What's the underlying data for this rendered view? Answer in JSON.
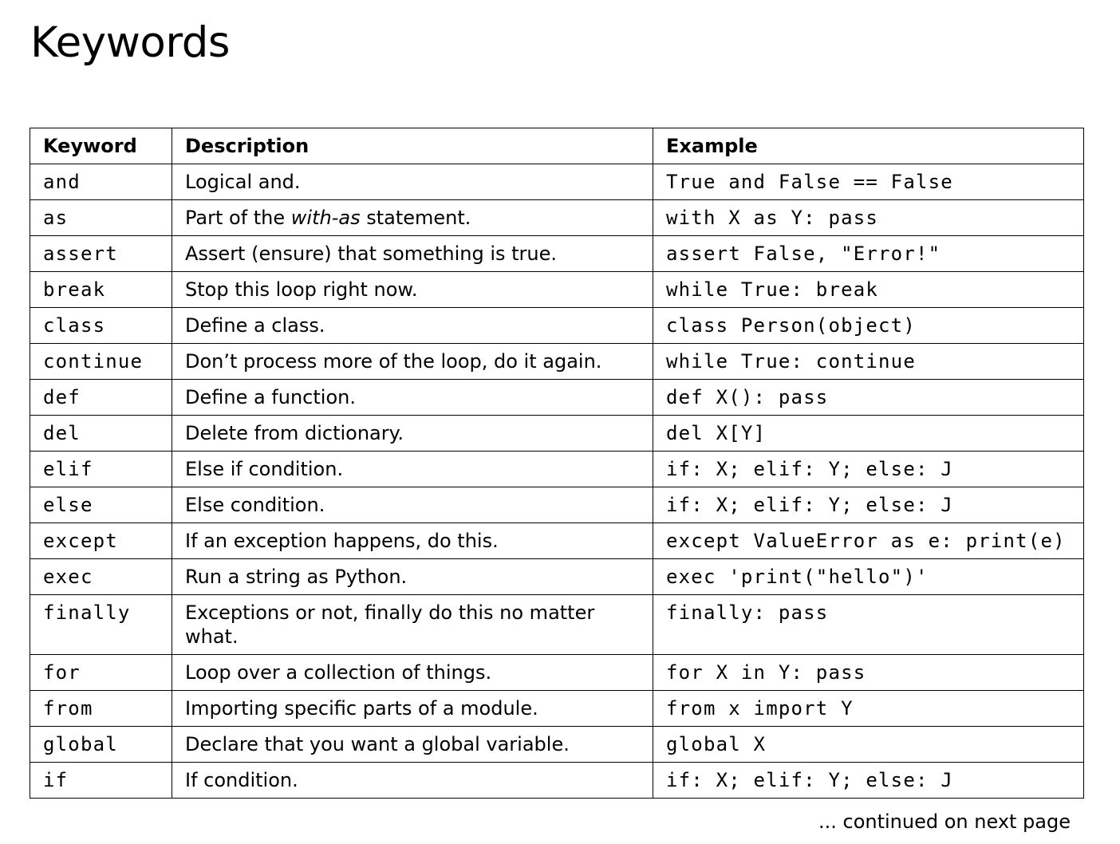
{
  "page": {
    "title": "Keywords",
    "footer_note": "... continued on next page"
  },
  "table": {
    "headers": [
      "Keyword",
      "Description",
      "Example"
    ],
    "rows": [
      {
        "keyword": "and",
        "description": "Logical and.",
        "example": "True and False == False"
      },
      {
        "keyword": "as",
        "description_parts": [
          "Part of the ",
          "with-as",
          " statement."
        ],
        "example": "with X as Y: pass"
      },
      {
        "keyword": "assert",
        "description": "Assert (ensure) that something is true.",
        "example": "assert False, \"Error!\""
      },
      {
        "keyword": "break",
        "description": "Stop this loop right now.",
        "example": "while True: break"
      },
      {
        "keyword": "class",
        "description": "Define a class.",
        "example": "class Person(object)"
      },
      {
        "keyword": "continue",
        "description": "Don’t process more of the loop, do it again.",
        "example": "while True: continue"
      },
      {
        "keyword": "def",
        "description": "Define a function.",
        "example": "def X(): pass"
      },
      {
        "keyword": "del",
        "description": "Delete from dictionary.",
        "example": "del X[Y]"
      },
      {
        "keyword": "elif",
        "description": "Else if condition.",
        "example": "if: X; elif: Y; else: J"
      },
      {
        "keyword": "else",
        "description": "Else condition.",
        "example": "if: X; elif: Y; else: J"
      },
      {
        "keyword": "except",
        "description": "If an exception happens, do this.",
        "example": "except ValueError as e: print(e)"
      },
      {
        "keyword": "exec",
        "description": "Run a string as Python.",
        "example": "exec 'print(\"hello\")'"
      },
      {
        "keyword": "finally",
        "description": "Exceptions or not, finally do this no matter what.",
        "example": "finally: pass"
      },
      {
        "keyword": "for",
        "description": "Loop over a collection of things.",
        "example": "for X in Y: pass"
      },
      {
        "keyword": "from",
        "description": "Importing specific parts of a module.",
        "example": "from x import Y"
      },
      {
        "keyword": "global",
        "description": "Declare that you want a global variable.",
        "example": "global X"
      },
      {
        "keyword": "if",
        "description": "If condition.",
        "example": "if: X; elif: Y; else: J"
      }
    ]
  }
}
